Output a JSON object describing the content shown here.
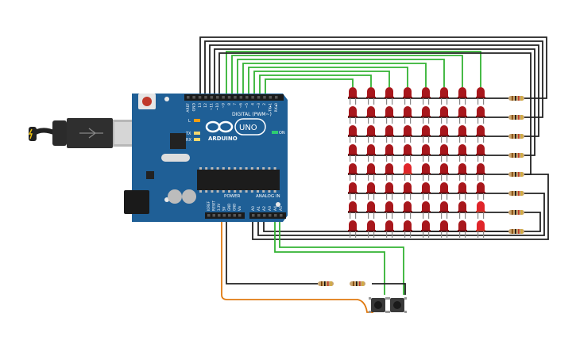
{
  "board": {
    "header_digital": "DIGITAL (PWM~)",
    "header_power": "POWER",
    "header_analog": "ANALOG IN",
    "logo_text": "ARDUINO",
    "model": "UNO",
    "on_label": "ON",
    "led_l": "L",
    "led_tx": "TX",
    "led_rx": "RX",
    "pins_digital_top": [
      "AREF",
      "GND",
      "13",
      "12",
      "~11",
      "~10",
      "~9",
      "8",
      "7",
      "~6",
      "~5",
      "4",
      "~3",
      "2",
      "TX▸1",
      "RX◂0"
    ],
    "pins_power": [
      "IOREF",
      "RESET",
      "3.3V",
      "5V",
      "GND",
      "GND",
      "Vin"
    ],
    "pins_analog": [
      "A0",
      "A1",
      "A2",
      "A3",
      "A4",
      "A5"
    ]
  },
  "matrix": {
    "rows": 8,
    "cols": 8,
    "lit_leds": [
      [
        4,
        3
      ],
      [
        6,
        7
      ],
      [
        7,
        7
      ]
    ]
  },
  "colors": {
    "board": "#1f5f96",
    "led_off": "#a8171c",
    "led_on": "#e0252a",
    "wire_green": "#33b233",
    "wire_black": "#222222",
    "wire_orange": "#e07a10",
    "resistor": "#c8a46e"
  }
}
